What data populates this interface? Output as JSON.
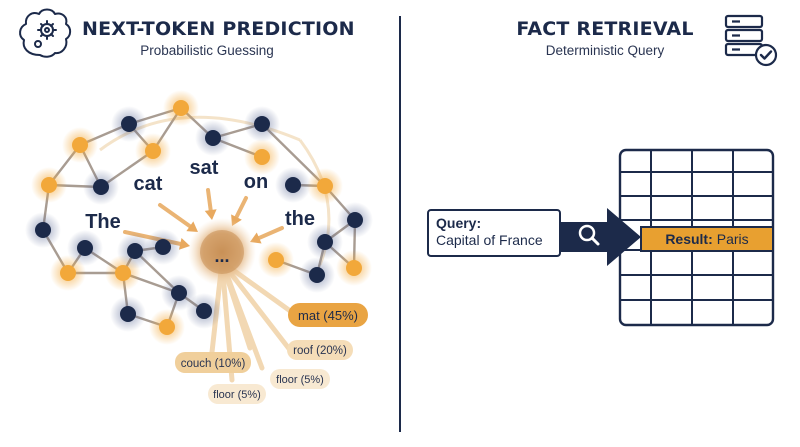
{
  "left_panel": {
    "title": "NEXT-TOKEN PREDICTION",
    "subtitle": "Probabilistic Guessing",
    "icon": "brain-gear-icon"
  },
  "right_panel": {
    "title": "FACT RETRIEVAL",
    "subtitle": "Deterministic Query",
    "icon": "server-check-icon"
  },
  "context_words": [
    "The",
    "cat",
    "sat",
    "on",
    "the"
  ],
  "prediction_node": "...",
  "candidates": [
    {
      "word": "mat",
      "prob": "45%",
      "label": "mat (45%)",
      "highlight": true
    },
    {
      "word": "roof",
      "prob": "20%",
      "label": "roof (20%)",
      "highlight": false
    },
    {
      "word": "couch",
      "prob": "10%",
      "label": "couch (10%)",
      "highlight": false
    },
    {
      "word": "floor",
      "prob": "5%",
      "label": "floor (5%)",
      "highlight": false
    },
    {
      "word": "floor",
      "prob": "5%",
      "label": "floor (5%)",
      "highlight": false
    }
  ],
  "query": {
    "label": "Query:",
    "value": "Capital of France",
    "icon": "magnifier-icon"
  },
  "result": {
    "label": "Result:",
    "value": "Paris"
  },
  "colors": {
    "navy": "#1c2a4a",
    "orange": "#f2a83a",
    "tan": "#f0cf9b",
    "result": "#e8a030"
  }
}
